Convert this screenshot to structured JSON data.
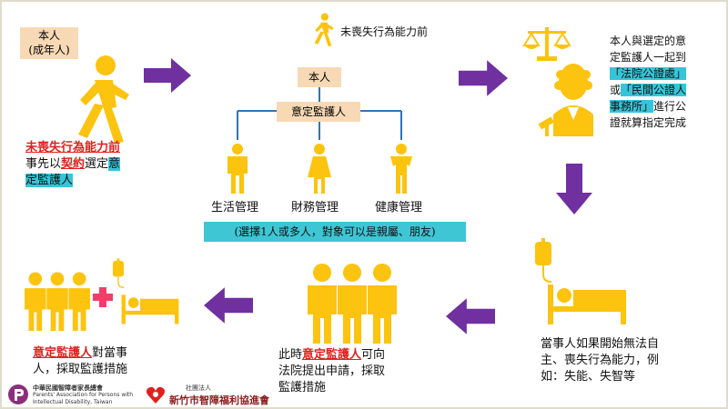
{
  "colors": {
    "figure_yellow": "#fcc30f",
    "arrow_purple": "#7030a0",
    "peach_box": "#f7d9b5",
    "highlight_teal": "#36c5d8",
    "emphasis_red": "#e0201d",
    "tree_line_blue": "#2e75b6",
    "cross_pink": "#ee3f68"
  },
  "step1": {
    "label_line1": "本人",
    "label_line2": "(成年人)",
    "desc_red": "未喪失行為能力前",
    "desc_a": "事先以",
    "desc_contract": "契約",
    "desc_b": "選定",
    "desc_c": "意",
    "desc_d": "定監護人"
  },
  "step2": {
    "top_caption": "未喪失行為能力前",
    "self_label": "本人",
    "guardian_label": "意定監護人",
    "manage_life": "生活管理",
    "manage_finance": "財務管理",
    "manage_health": "健康管理",
    "note": "(選擇1人或多人，對象可以是親屬、朋友)"
  },
  "step3": {
    "line1": "本人與選定的意",
    "line2": "定監護人一起到",
    "line3": "「法院公證處」",
    "line4a": "或",
    "line4b": "「民間公證人",
    "line5a": "事務所」",
    "line5b": "進行公",
    "line6": "證就算指定完成"
  },
  "step4": {
    "line1": "當事人如果開始無法自",
    "line2": "主、喪失行為能力，例",
    "line3": "如：失能、失智等"
  },
  "step5": {
    "line1a": "此時",
    "line1b": "意定監護人",
    "line1c": "可向",
    "line2": "法院提出申請，採取",
    "line3": "監護措施"
  },
  "step6": {
    "line1a": "意定監護人",
    "line1b": "對當事",
    "line2": "人，採取監護措施"
  },
  "footer": {
    "org1_line1": "中華民國智障者家長總會",
    "org1_line2": "Parents' Association for Persons with",
    "org1_line3": "Intellectual Disability, Taiwan",
    "org2_prefix": "社團法人",
    "org2_name": "新竹市智障福利協進會"
  }
}
